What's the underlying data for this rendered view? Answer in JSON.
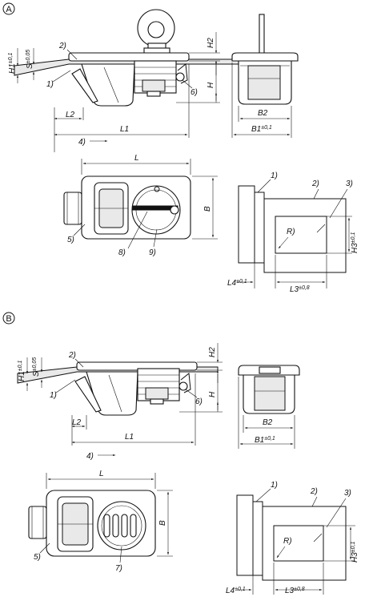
{
  "sections": [
    {
      "letter": "A"
    },
    {
      "letter": "B"
    }
  ],
  "dims_a": {
    "h1": "H1",
    "h1_tol": "±0,1",
    "s": "S",
    "s_tol": "±0,05",
    "h2": "H2",
    "h": "H",
    "l2": "L2",
    "l1": "L1",
    "l": "L",
    "b2": "B2",
    "b1": "B1",
    "b1_tol": "±0,1",
    "b": "B",
    "h3": "H3",
    "h3_tol": "±0,1",
    "l3": "L3",
    "l3_tol": "±0,8",
    "l4": "L4",
    "l4_tol": "±0,1",
    "r": "R)",
    "dir": "4)"
  },
  "refs_a": {
    "r1": "1)",
    "r2": "2)",
    "r3": "3)",
    "r5": "5)",
    "r6": "6)",
    "r8": "8)",
    "r9": "9)",
    "r1b": "1)",
    "r2b": "2)",
    "r3b": "3)"
  },
  "dims_b": {
    "h1": "H1",
    "h1_tol": "±0,1",
    "s": "S",
    "s_tol": "±0,05",
    "h2": "H2",
    "h": "H",
    "l2": "L2",
    "l1": "L1",
    "l": "L",
    "b2": "B2",
    "b1": "B1",
    "b1_tol": "±0,1",
    "b": "B",
    "h3": "H3",
    "h3_tol": "±0,1",
    "l3": "L3",
    "l3_tol": "±0,8",
    "l4": "L4",
    "l4_tol": "±0,1",
    "r": "R)",
    "dir": "4)"
  },
  "refs_b": {
    "r1": "1)",
    "r2": "2)",
    "r3": "3)",
    "r5": "5)",
    "r6": "6)",
    "r7": "7)",
    "r1b": "1)",
    "r2b": "2)",
    "r3b": "3)"
  }
}
